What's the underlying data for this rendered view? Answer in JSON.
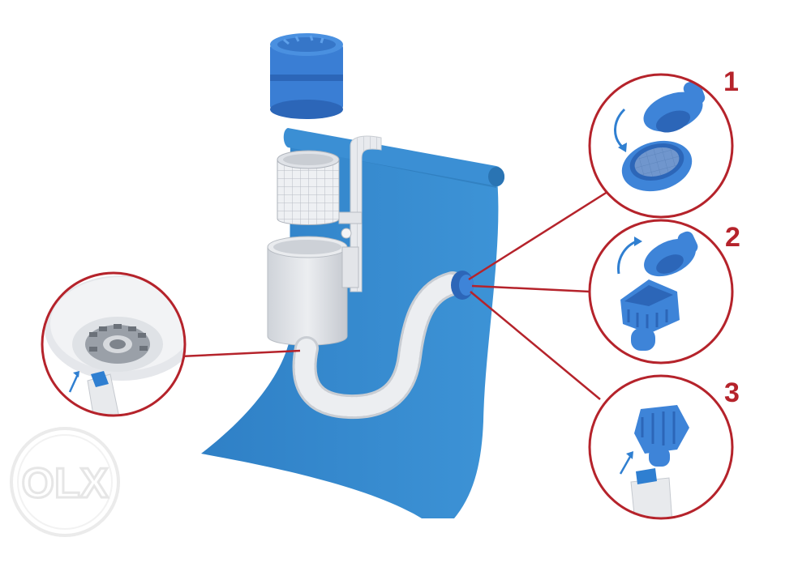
{
  "steps": [
    {
      "number": "1"
    },
    {
      "number": "2"
    },
    {
      "number": "3"
    }
  ],
  "watermark": {
    "text": "OLX"
  },
  "colors": {
    "liner_blue": "#3a8fd0",
    "liner_blue_dark": "#2a74b3",
    "part_blue": "#3e84d8",
    "part_blue_dark": "#2c66b8",
    "skimmer_grey": "#e4e6ea",
    "skimmer_grey_dark": "#c5c9cf",
    "callout_red": "#b5232b",
    "arrow_blue": "#2f7fd1",
    "watermark_grey": "#e9e9e9"
  }
}
